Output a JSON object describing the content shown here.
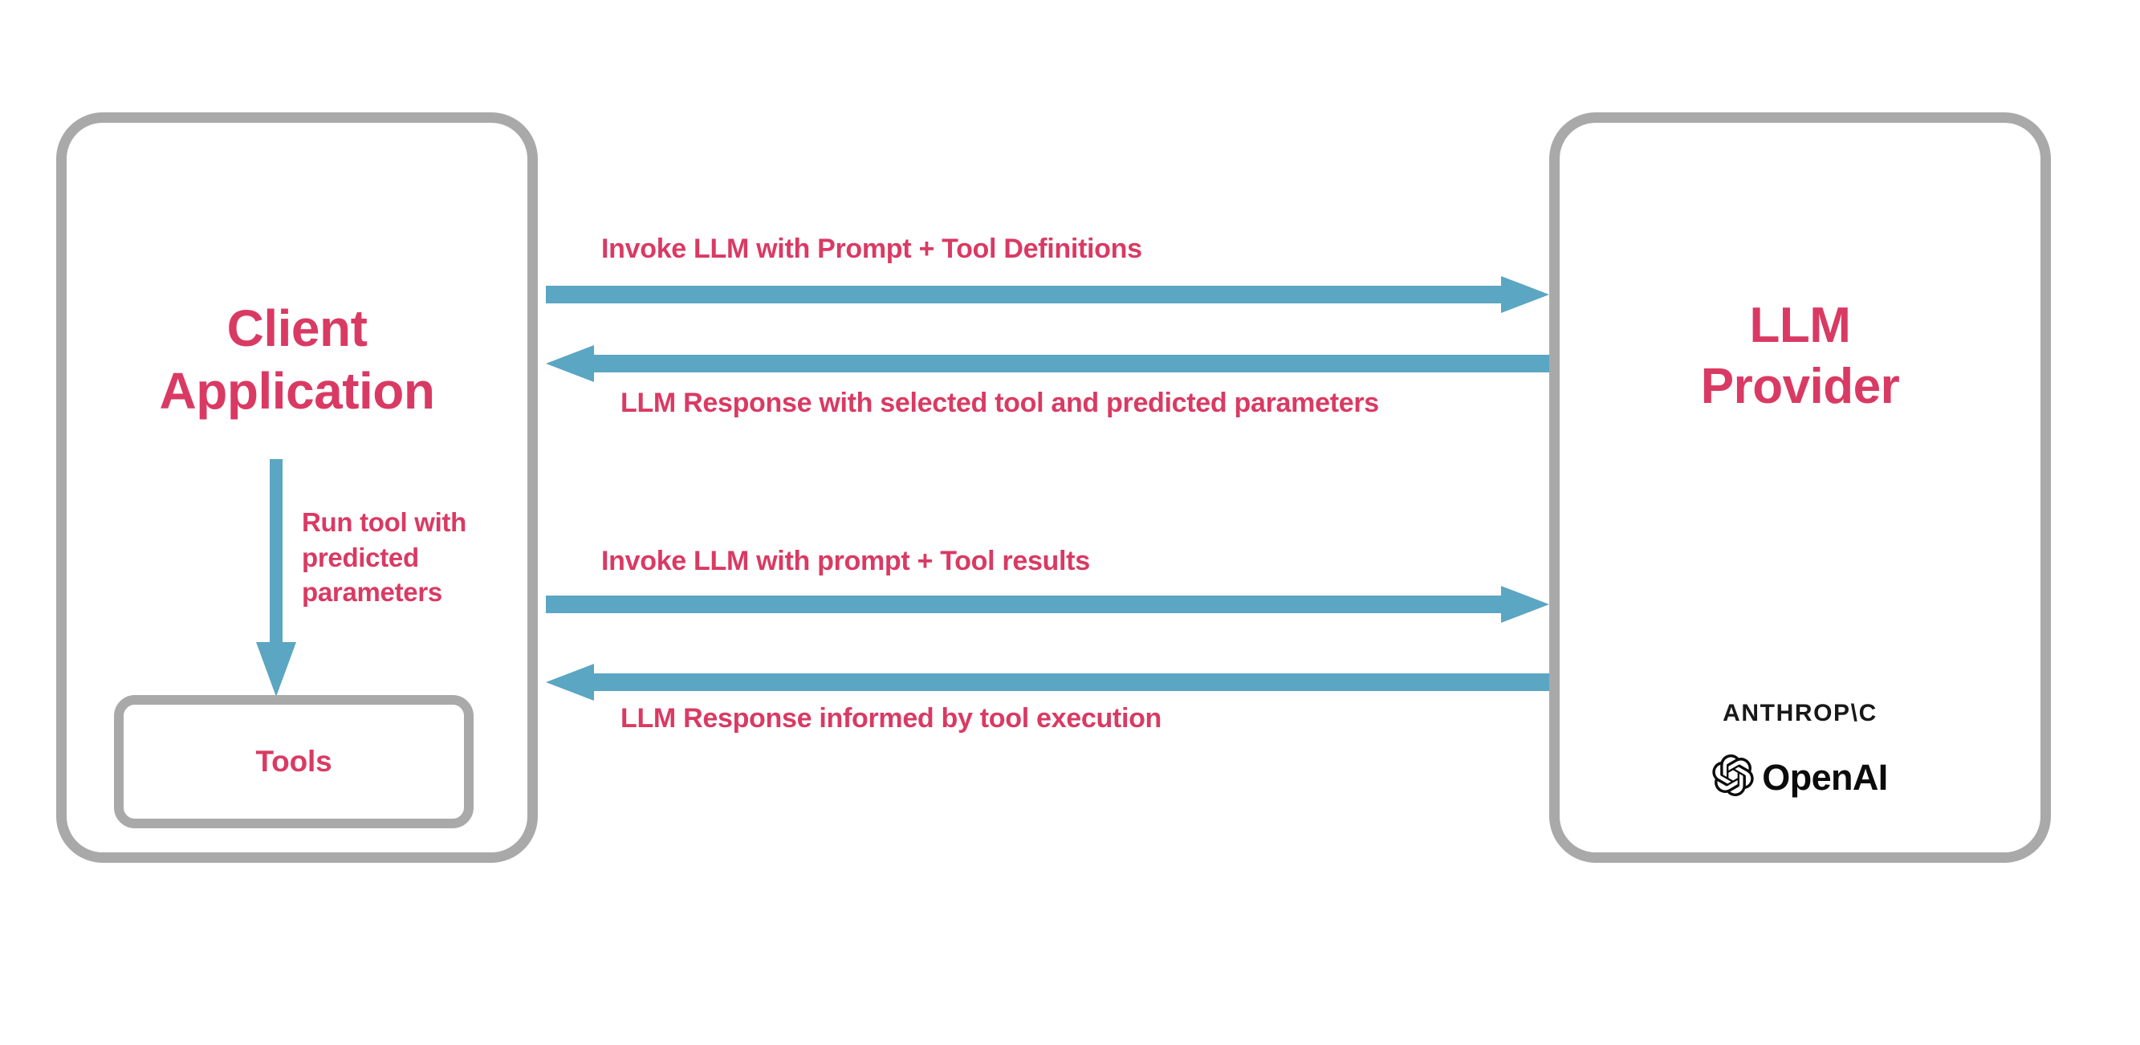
{
  "diagram": {
    "title": "LLM tool-calling interaction flow",
    "colors": {
      "accent_text": "#d93a63",
      "arrow_blue": "#5ba6c2",
      "box_border_gray": "#a9a9a9",
      "logo_black": "#0b0b0b",
      "background": "#ffffff"
    }
  },
  "client": {
    "title": "Client\nApplication",
    "tools": {
      "label": "Tools"
    },
    "run_tool_arrow": {
      "label": "Run tool with\npredicted\nparameters",
      "direction": "down"
    }
  },
  "provider": {
    "title": "LLM\nProvider",
    "logos": [
      {
        "name": "anthropic-logo",
        "text": "ANTHROP\\C"
      },
      {
        "name": "openai-logo",
        "text": "OpenAI"
      }
    ]
  },
  "flows": [
    {
      "id": "invoke-1",
      "label": "Invoke LLM with Prompt + Tool Definitions",
      "direction": "right",
      "from": "Client Application",
      "to": "LLM Provider"
    },
    {
      "id": "response-1",
      "label": "LLM Response with selected tool and predicted parameters",
      "direction": "left",
      "from": "LLM Provider",
      "to": "Client Application"
    },
    {
      "id": "invoke-2",
      "label": "Invoke LLM with prompt + Tool results",
      "direction": "right",
      "from": "Client Application",
      "to": "LLM Provider"
    },
    {
      "id": "response-2",
      "label": "LLM Response informed by tool execution",
      "direction": "left",
      "from": "LLM Provider",
      "to": "Client Application"
    }
  ]
}
